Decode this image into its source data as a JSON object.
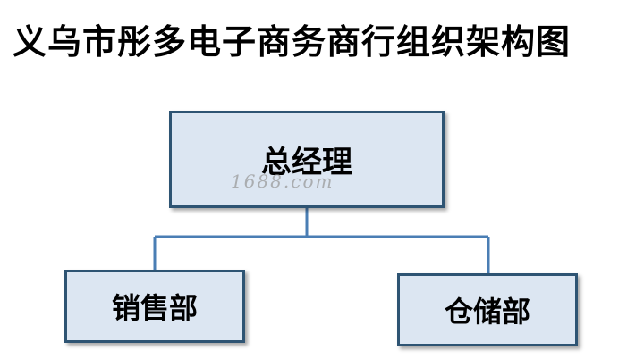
{
  "title": "义乌市彤多电子商务商行组织架构图",
  "nodes": {
    "ceo": "总经理",
    "sales": "销售部",
    "warehouse": "仓储部"
  },
  "watermark": "1688.com",
  "colors": {
    "box_fill": "#dce6f2",
    "box_border": "#2e5473",
    "connector": "#4a7eb4"
  }
}
